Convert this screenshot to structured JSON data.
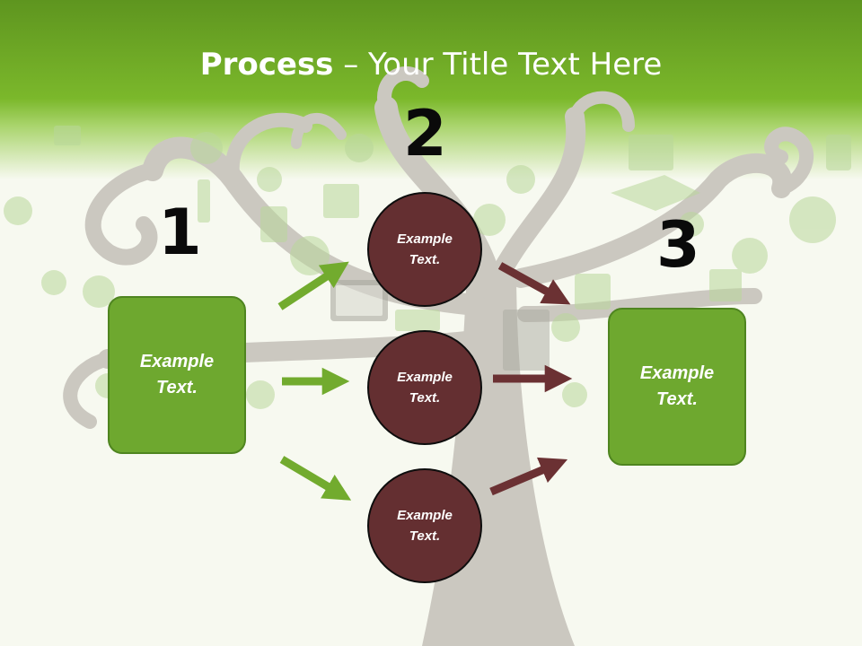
{
  "slide": {
    "title_bold": "Process",
    "title_rest": " – Your Title Text Here"
  },
  "steps": {
    "one": "1",
    "two": "2",
    "three": "3"
  },
  "boxes": {
    "left": {
      "line1": "Example",
      "line2": "Text."
    },
    "right": {
      "line1": "Example",
      "line2": "Text."
    }
  },
  "circles": [
    {
      "line1": "Example",
      "line2": "Text."
    },
    {
      "line1": "Example",
      "line2": "Text."
    },
    {
      "line1": "Example",
      "line2": "Text."
    }
  ],
  "colors": {
    "header_green": "#6aa523",
    "box_green": "#6ea82f",
    "arrow_green": "#72ab2e",
    "circle_brown": "#642f31",
    "arrow_brown": "#6b3133",
    "tree_gray": "#cbc8c0"
  },
  "icons": [
    "tree-background",
    "education-icons"
  ]
}
